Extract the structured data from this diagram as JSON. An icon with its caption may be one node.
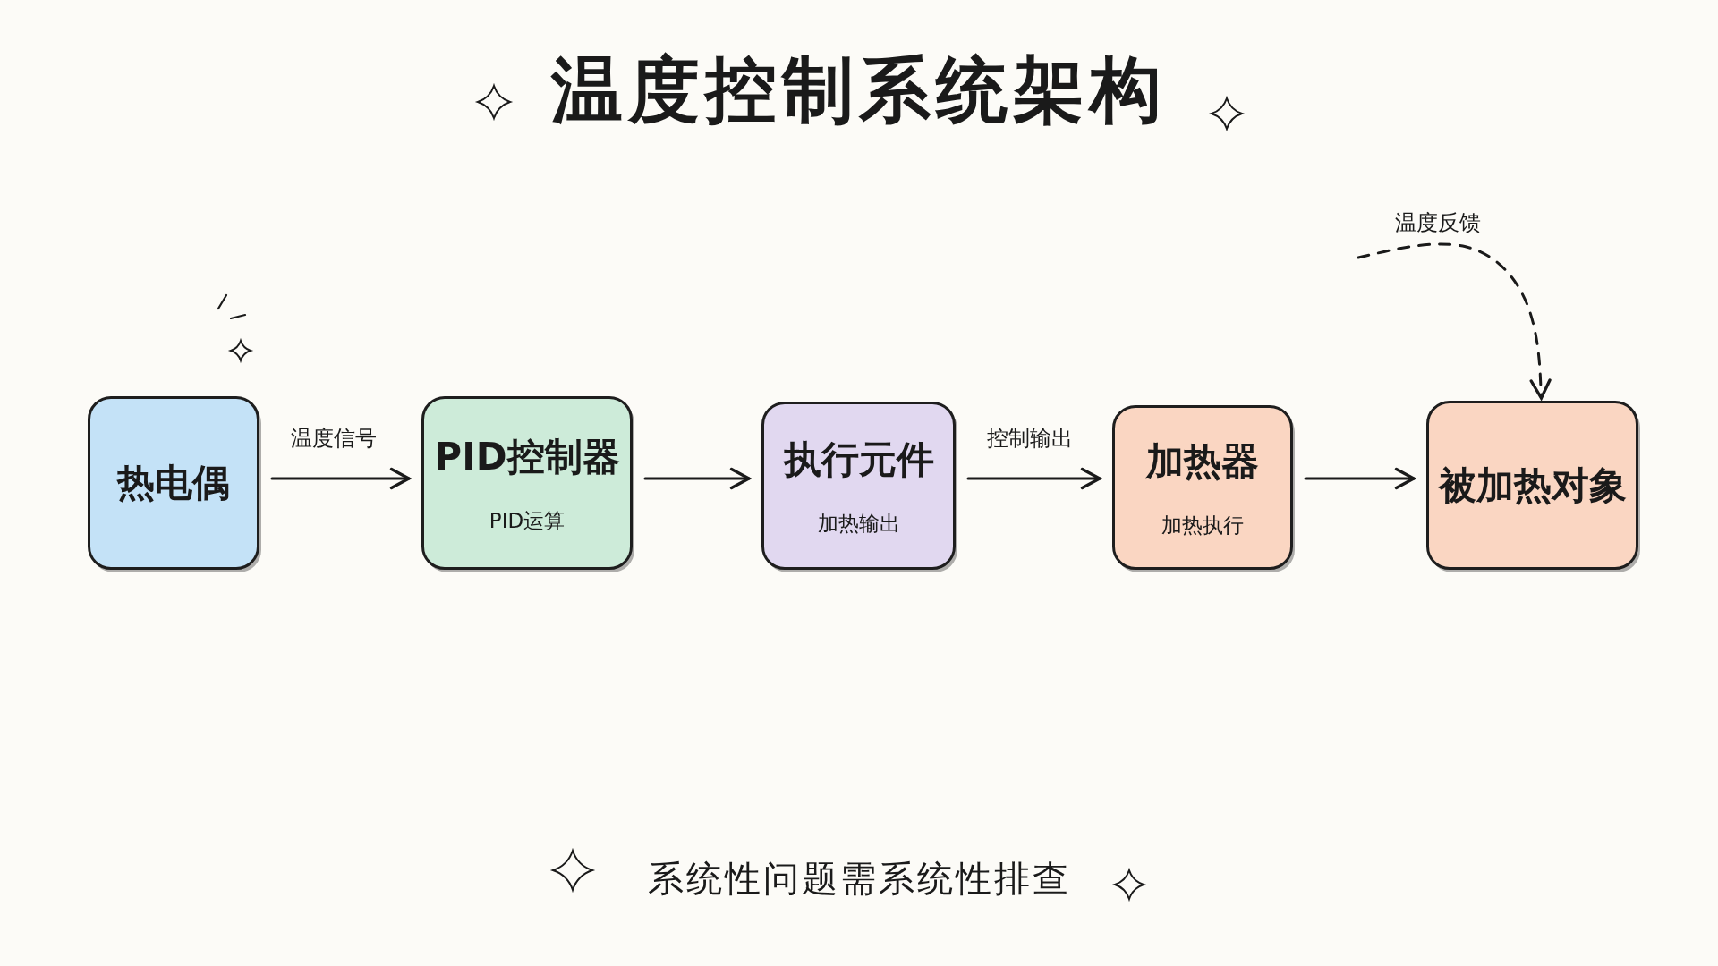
{
  "diagram": {
    "title": "温度控制系统架构",
    "nodes": [
      {
        "text": [
          "热电偶"
        ]
      },
      {
        "text": [
          "PID控制器",
          "PID运算"
        ]
      },
      {
        "text": [
          "执行元件",
          "加热输出"
        ]
      },
      {
        "text": [
          "加热器",
          "加热执行"
        ]
      },
      {
        "text": [
          "被加热对象"
        ]
      }
    ],
    "edges": [
      {
        "from": 0,
        "to": 1,
        "arrow": "to",
        "label": "温度信号"
      },
      {
        "from": 1,
        "to": 2,
        "arrow": "to"
      },
      {
        "from": 2,
        "to": 3,
        "arrow": "to",
        "label": "控制输出"
      },
      {
        "from": 3,
        "to": 4,
        "arrow": "to"
      },
      {
        "from": null,
        "to": 4,
        "arrow": "to",
        "style": "dashed",
        "label": "温度反馈"
      }
    ],
    "labels": [
      "系统性问题需系统性排查"
    ]
  }
}
